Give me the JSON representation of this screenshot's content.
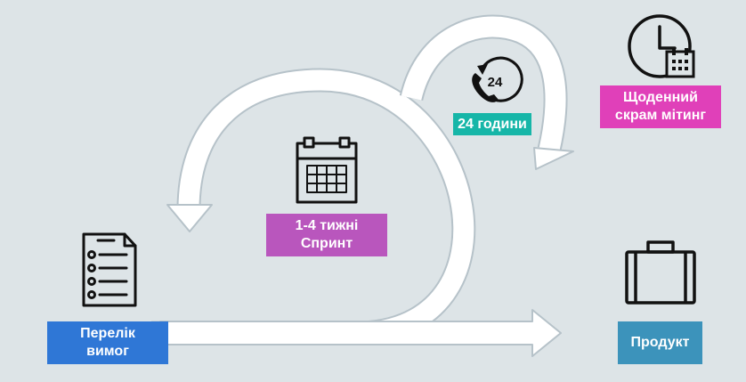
{
  "colors": {
    "background": "#dde4e7",
    "arrow_fill": "#ffffff",
    "arrow_stroke": "#b6c2c9",
    "icon": "#111111",
    "backlog": "#2f77d6",
    "sprint": "#b956bd",
    "hours": "#16b6a8",
    "standup": "#e040b9",
    "product": "#3c93bb"
  },
  "labels": {
    "backlog": [
      "Перелік",
      "вимог"
    ],
    "sprint": [
      "1-4 тижні",
      "Спринт"
    ],
    "hours": "24 години",
    "standup": [
      "Щоденний",
      "скрам мітинг"
    ],
    "product": "Продукт"
  },
  "icons": {
    "backlog": "checklist-document-icon",
    "sprint": "calendar-icon",
    "hours": "phone-24-hours-icon",
    "standup": "clock-calendar-icon",
    "product": "briefcase-icon"
  }
}
